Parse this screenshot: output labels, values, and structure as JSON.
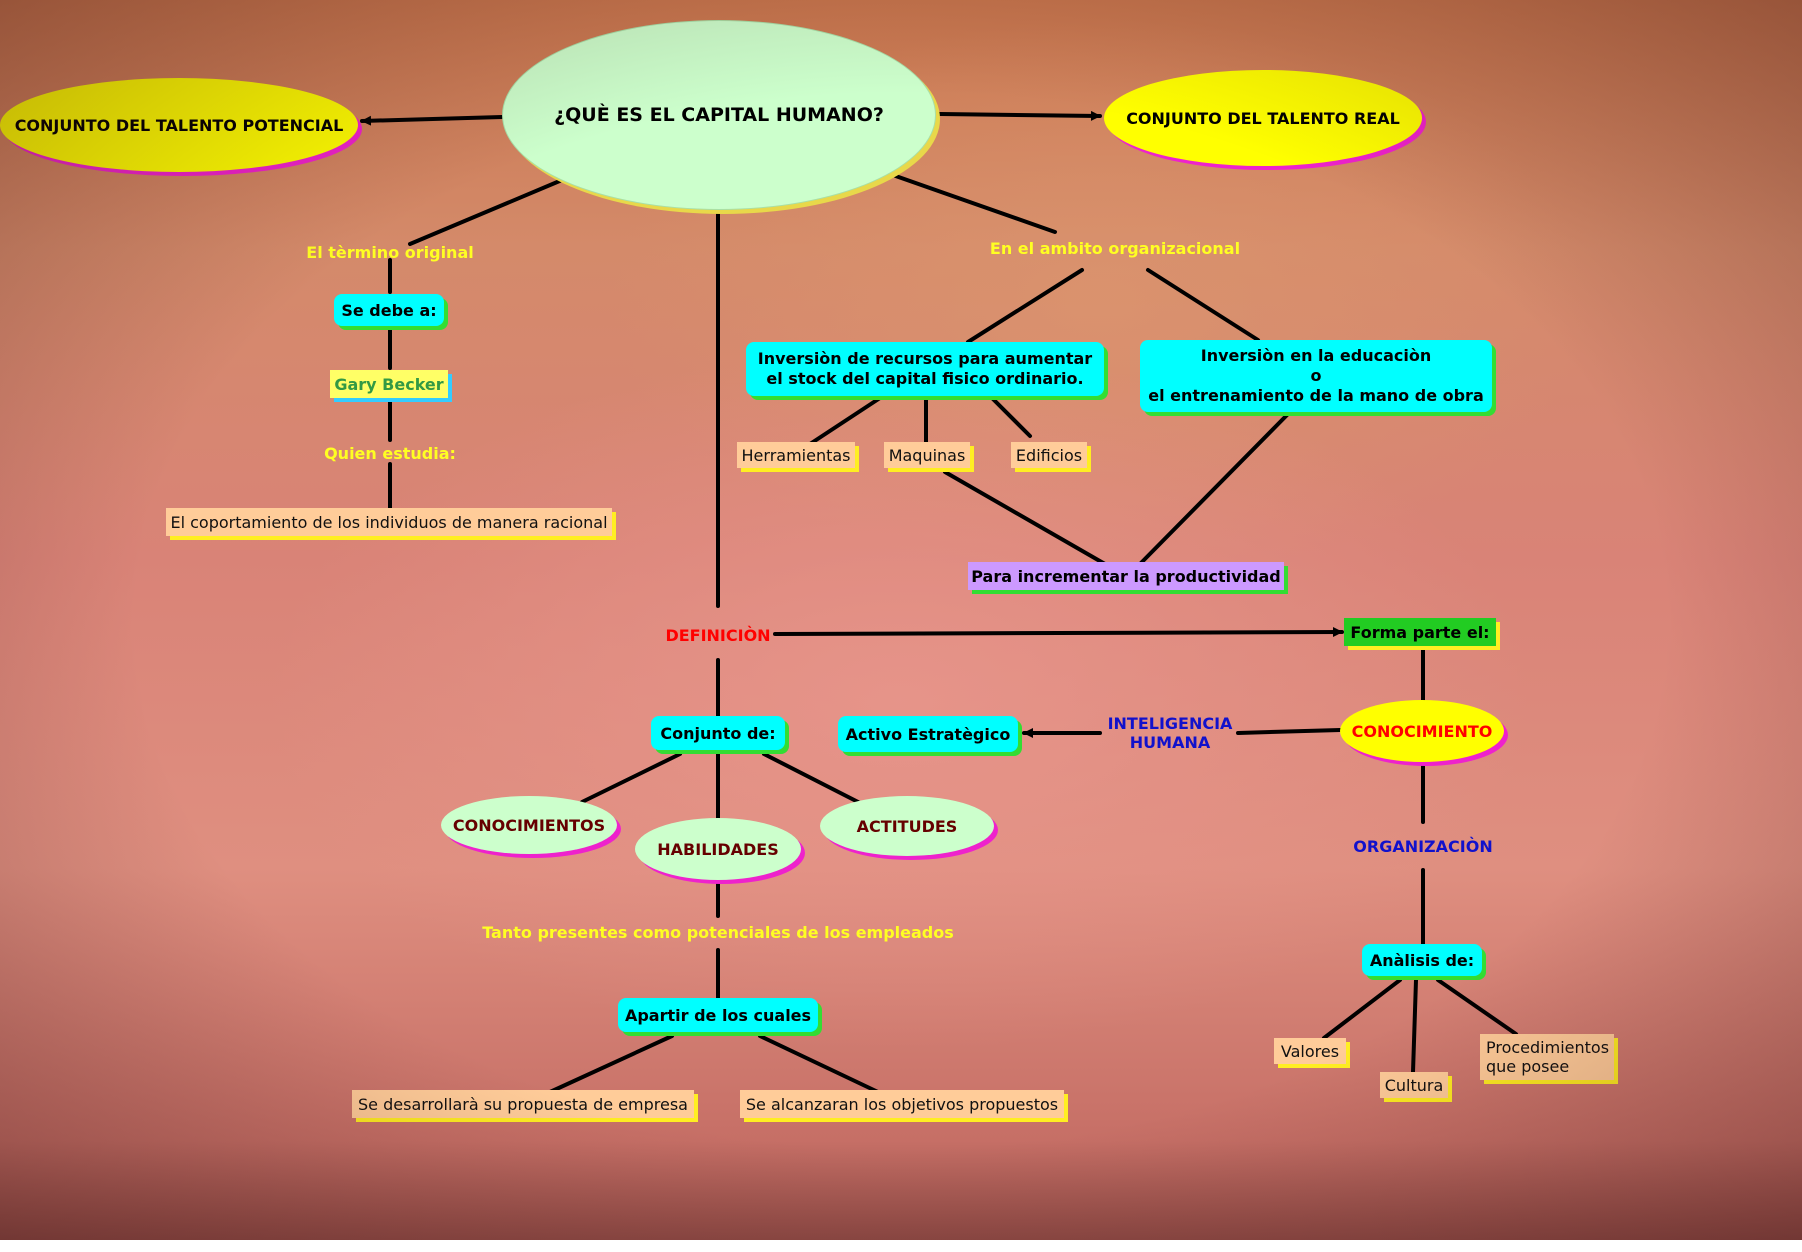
{
  "nodes": {
    "title": "¿QUÈ ES EL CAPITAL HUMANO?",
    "talento_potencial": "CONJUNTO DEL TALENTO POTENCIAL",
    "talento_real": "CONJUNTO DEL TALENTO REAL",
    "termino_original": "El tèrmino original",
    "se_debe": "Se debe a:",
    "gary_becker": "Gary Becker",
    "quien_estudia": "Quien estudia:",
    "comportamiento": "El coportamiento de los individuos de manera racional",
    "ambito": "En el ambito organizacional",
    "inversion_recursos_1": "Inversiòn de recursos para aumentar",
    "inversion_recursos_2": "el stock del capital fisico ordinario.",
    "inversion_educacion_1": "Inversiòn en la educaciòn",
    "inversion_educacion_2": "o",
    "inversion_educacion_3": "el entrenamiento de la mano de obra",
    "herramientas": "Herramientas",
    "maquinas": "Maquinas",
    "edificios": "Edificios",
    "productividad": "Para incrementar la productividad",
    "definicion": "DEFINICIÒN",
    "forma_parte": "Forma parte el:",
    "conjunto_de": "Conjunto de:",
    "activo": "Activo Estratègico",
    "inteligencia_1": "INTELIGENCIA",
    "inteligencia_2": "HUMANA",
    "conocimiento": "CONOCIMIENTO",
    "conocimientos": "CONOCIMIENTOS",
    "habilidades": "HABILIDADES",
    "actitudes": "ACTITUDES",
    "organizacion": "ORGANIZACIÒN",
    "tanto_presentes": "Tanto presentes como potenciales de los empleados",
    "analisis": "Anàlisis de:",
    "apartir": "Apartir de los cuales",
    "valores": "Valores",
    "cultura": "Cultura",
    "procedimientos_1": "Procedimientos",
    "procedimientos_2": "que posee",
    "desarrollara": "Se desarrollarà su propuesta de empresa",
    "alcanzaran": "Se alcanzaran los objetivos propuestos"
  },
  "colors": {
    "ellipse_yellow": "#ffff00",
    "ellipse_green": "#ccffcc",
    "box_cyan": "#00ffff",
    "box_peach": "#ffcc99",
    "label_yellow": "#ffff22",
    "label_blue": "#1111cc",
    "label_red": "#ff0000",
    "productivity_box": "#cc99ff",
    "forma_parte_box": "#22cc22"
  }
}
